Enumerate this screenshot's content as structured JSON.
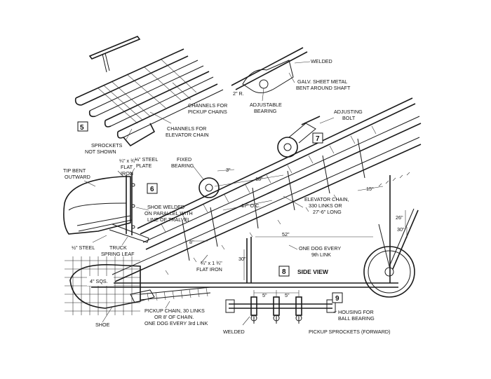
{
  "views": {
    "v5": "5",
    "v6": "6",
    "v7": "7",
    "v8": "8",
    "v9": "9",
    "side_view": "SIDE VIEW"
  },
  "labels": {
    "welded_top": "WELDED",
    "galv_1": "GALV. SHEET METAL",
    "galv_2": "BENT AROUND SHAFT",
    "two_r": "2\" R.",
    "adj_bearing_1": "ADJUSTABLE",
    "adj_bearing_2": "BEARING",
    "adj_bolt_1": "ADJUSTING",
    "adj_bolt_2": "BOLT",
    "ch_pickup_1": "CHANNELS FOR",
    "ch_pickup_2": "PICKUP CHAINS",
    "ch_elev_1": "CHANNELS FOR",
    "ch_elev_2": "ELEVATOR CHAIN",
    "sprockets_1": "SPROCKETS",
    "sprockets_2": "NOT SHOWN",
    "fixed_1": "FIXED",
    "fixed_2": "BEARING",
    "tip_1": "TIP BENT",
    "tip_2": "OUTWARD",
    "flat_iron_a": "¼\" x ¾\"",
    "flat_iron_b": "FLAT",
    "flat_iron_c": "IRON",
    "steel_plate_a": "⅛\" STEEL",
    "steel_plate_b": "PLATE",
    "shoe_1": "SHOE WELDED",
    "shoe_2": "ON PARALLEL WITH",
    "shoe_3": "LINE OF TRALVEL",
    "half_steel": "½\" STEEL",
    "truck_1": "TRUCK",
    "truck_2": "SPRING LEAF",
    "elev_1": "ELEVATOR CHAIN,",
    "elev_2": "330 LINKS OR",
    "elev_3": "27'-6\" LONG",
    "one_dog_1": "ONE DOG EVERY",
    "one_dog_2": "9th LINK",
    "flat_iron_side_1": "¼\" x 1 ¾\"",
    "flat_iron_side_2": "FLAT IRON",
    "four_sqs": "4\" SQS.",
    "shoe": "SHOE",
    "pickup_1": "PICKUP CHAIN, 30 LINKS",
    "pickup_2": "OR 8' OF CHAIN.",
    "pickup_3": "ONE DOG EVERY 3rd LINK",
    "welded_bottom": "WELDED",
    "housing_1": "HOUSING FOR",
    "housing_2": "BALL BEARING",
    "pickup_sprockets": "PICKUP SPROCKETS (FORWARD)"
  },
  "dimensions": {
    "d3": "3\"",
    "d18": "18\"",
    "d17oc": "17\" O.C.",
    "d15deg": "15°",
    "d26": "26\"",
    "d30a": "30\"",
    "d52": "52\"",
    "d8": "8\"",
    "d30b": "30\"",
    "d5a": "5\"",
    "d5b": "5\""
  }
}
